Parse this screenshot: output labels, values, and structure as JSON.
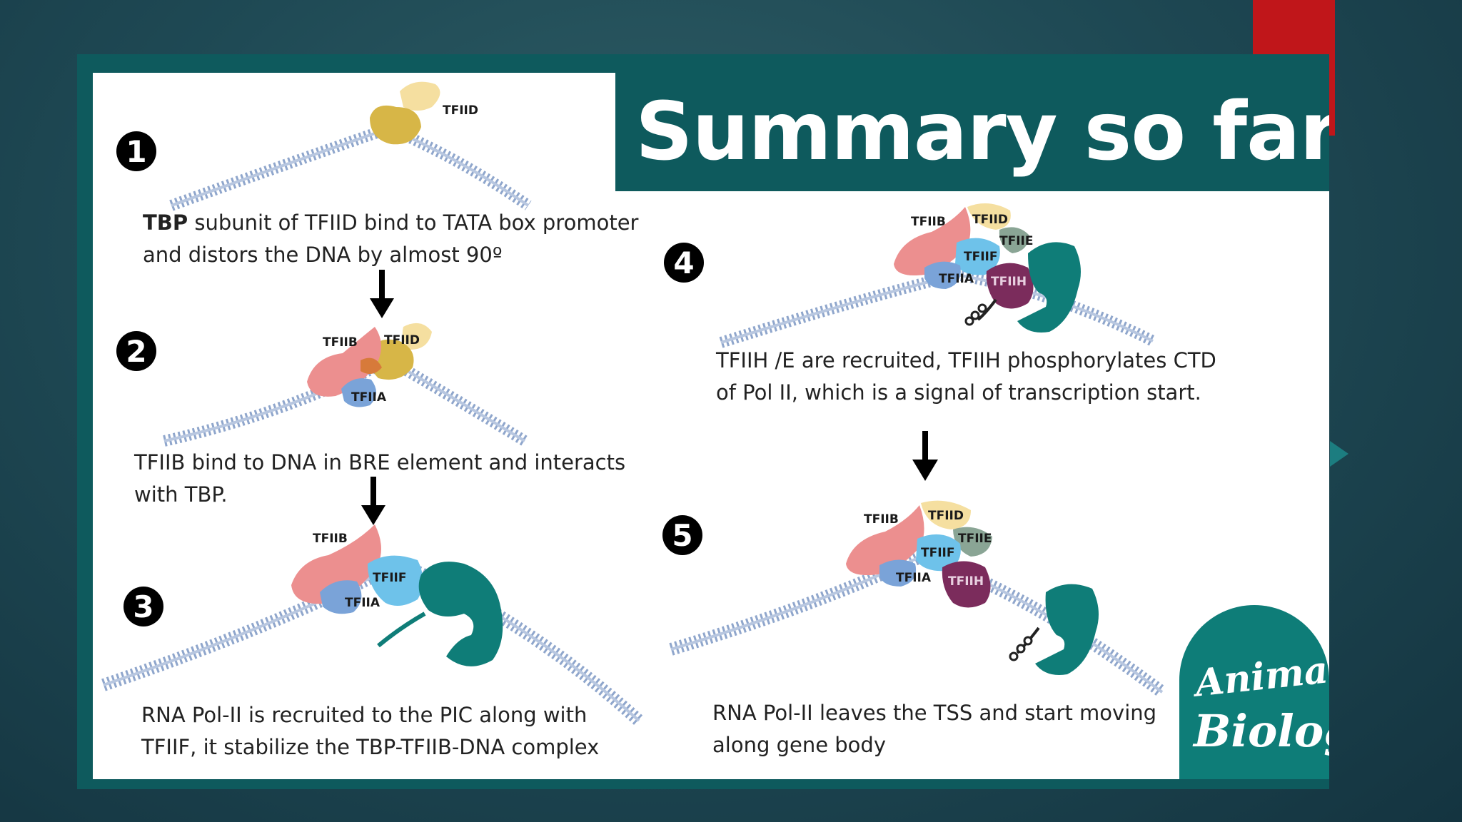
{
  "title": "Summary so far..",
  "steps": [
    {
      "number": "1",
      "caption_bold": "TBP",
      "caption_line1": " subunit of TFIID bind to TATA box promoter",
      "caption_line2": "and distors the DNA by almost 90º"
    },
    {
      "number": "2",
      "caption_line1": "TFIIB bind to DNA in BRE element and interacts",
      "caption_line2": "with TBP."
    },
    {
      "number": "3",
      "caption_line1": "RNA Pol-II is recruited to the PIC along with",
      "caption_line2": "TFIIF, it stabilize the TBP-TFIIB-DNA complex"
    },
    {
      "number": "4",
      "caption_line1": "TFIIH /E are recruited, TFIIH phosphorylates CTD",
      "caption_line2": "of Pol II, which is a signal of transcription start."
    },
    {
      "number": "5",
      "caption_line1": "RNA Pol-II leaves the TSS and start moving",
      "caption_line2": "along gene body"
    }
  ],
  "protein_labels": {
    "tfiid": "TFIID",
    "tfiib": "TFIIB",
    "tfiia": "TFIIA",
    "tfiif": "TFIIF",
    "tfiie": "TFIIE",
    "tfiih": "TFIIH"
  },
  "logo": {
    "line1": "Anima",
    "line2": "Biolog"
  },
  "colors": {
    "frame": "#0e5a5d",
    "tfiid": "#f5dfa0",
    "tbp": "#d7b647",
    "tfiib": "#ec8f8f",
    "tfiia": "#7aa3d8",
    "tfiif": "#6ec2ea",
    "tfiie": "#8aa595",
    "tfiih": "#7b2c5c",
    "pol2": "#0f7d78",
    "dna": "#8fa6cc",
    "accent_red": "#c0161a"
  }
}
